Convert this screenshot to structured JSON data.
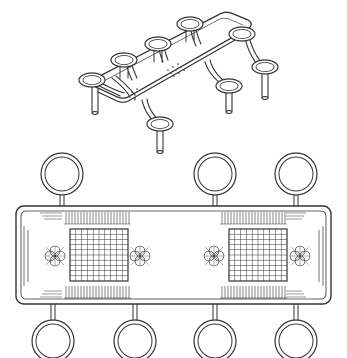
{
  "drawing": {
    "views": [
      "isometric",
      "top"
    ],
    "stroke_color": "#333333",
    "background_color": "#ffffff",
    "seat_count": 8,
    "game_board_count": 2,
    "board_grid_cells": 10
  }
}
